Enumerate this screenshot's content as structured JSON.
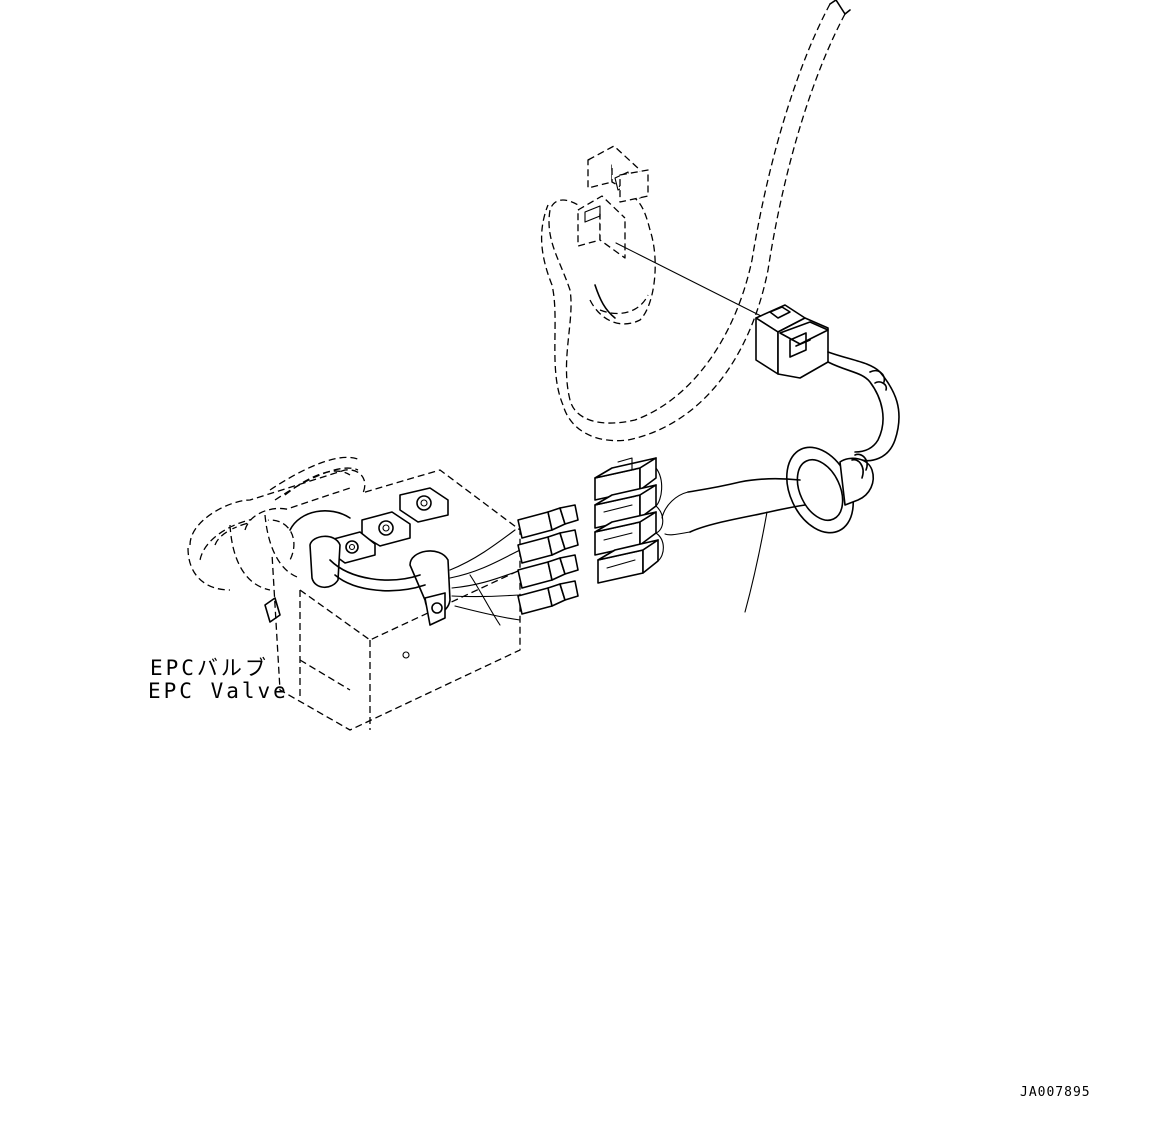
{
  "labels": {
    "component_jp": "EPCバルブ",
    "component_en": "EPC Valve",
    "drawing_number": "JA007895"
  },
  "colors": {
    "line": "#000000",
    "background": "#ffffff"
  }
}
